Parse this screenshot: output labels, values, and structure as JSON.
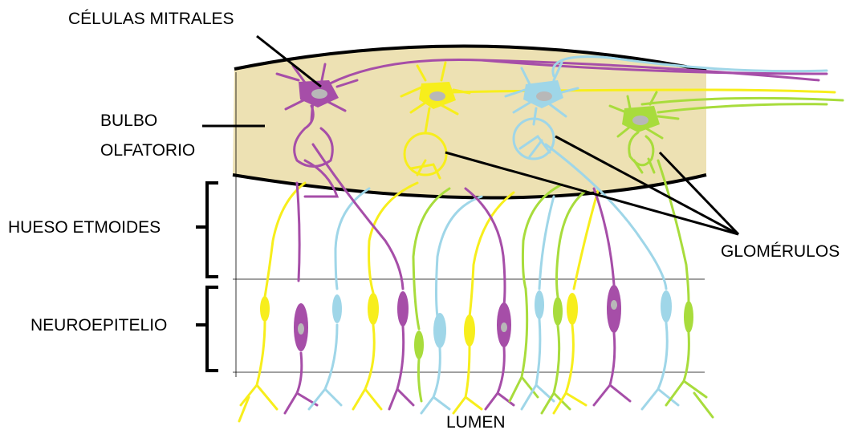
{
  "labels": {
    "celulas_mitrales": "CÉLULAS MITRALES",
    "bulbo_line1": "BULBO",
    "bulbo_line2": "OLFATORIO",
    "hueso_etmoides": "HUESO ETMOIDES",
    "neuroepitelio": "NEUROEPITELIO",
    "glomerulos": "GLOMÉRULOS",
    "lumen": "LUMEN"
  },
  "colors": {
    "bulb_fill": "#ede1b3",
    "outline": "#000000",
    "purple": "#a64ea8",
    "yellow": "#f7ee1c",
    "blue": "#9fd6e8",
    "green": "#a8dc3c",
    "nucleus": "#b8b8b8"
  }
}
